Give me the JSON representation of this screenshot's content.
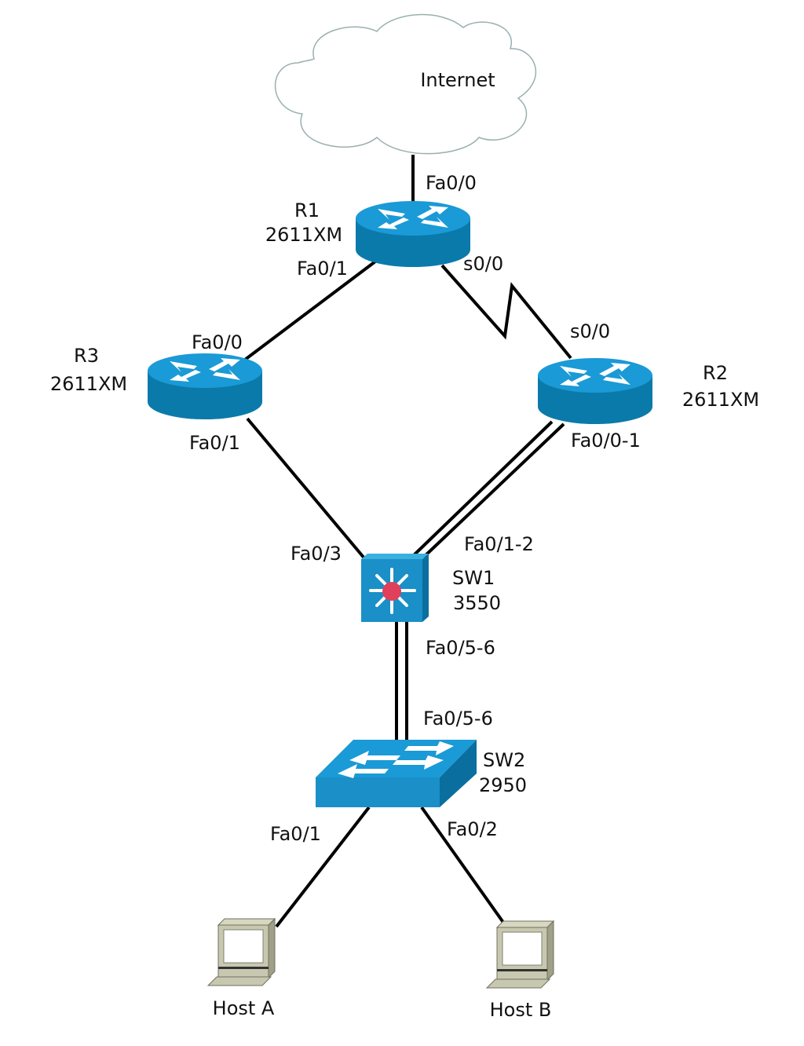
{
  "colors": {
    "device_blue": "#1a9ad6",
    "device_dark": "#0a6f9e",
    "host_beige": "#c8c8b0",
    "alert_red": "#e0405a",
    "cloud_stroke": "#9ab0b0"
  },
  "cloud": {
    "label": "Internet"
  },
  "devices": {
    "r1": {
      "name": "R1",
      "model": "2611XM"
    },
    "r2": {
      "name": "R2",
      "model": "2611XM"
    },
    "r3": {
      "name": "R3",
      "model": "2611XM"
    },
    "sw1": {
      "name": "SW1",
      "model": "3550"
    },
    "sw2": {
      "name": "SW2",
      "model": "2950"
    },
    "host_a": {
      "name": "Host A"
    },
    "host_b": {
      "name": "Host B"
    }
  },
  "ports": {
    "r1_fa00": "Fa0/0",
    "r1_fa01": "Fa0/1",
    "r1_s00": "s0/0",
    "r2_s00": "s0/0",
    "r2_fa00_1": "Fa0/0-1",
    "r3_fa00": "Fa0/0",
    "r3_fa01": "Fa0/1",
    "sw1_fa03": "Fa0/3",
    "sw1_fa01_2": "Fa0/1-2",
    "sw1_fa05_6": "Fa0/5-6",
    "sw2_fa05_6": "Fa0/5-6",
    "sw2_fa01": "Fa0/1",
    "sw2_fa02": "Fa0/2"
  }
}
